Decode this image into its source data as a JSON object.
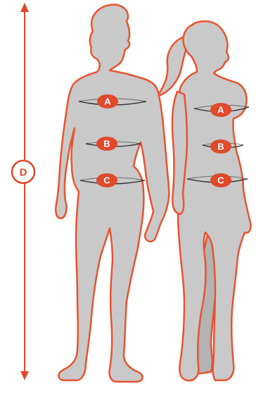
{
  "labels": {
    "height": "D",
    "chest": "A",
    "waist": "B",
    "hips": "C"
  },
  "colors": {
    "accent": "#e0492b",
    "outline": "#e8532f",
    "body_front": "#c9c9c9",
    "body_back": "#b3b3b3",
    "tape": "#2b2b2b",
    "badge_text": "#ffffff",
    "background": "#ffffff"
  }
}
